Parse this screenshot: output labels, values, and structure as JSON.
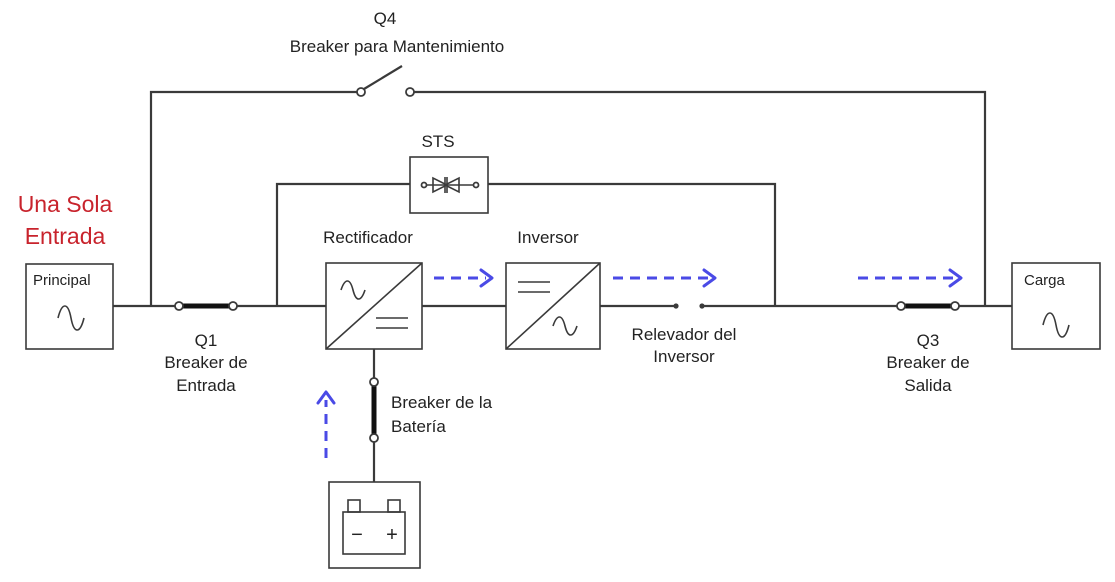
{
  "labels": {
    "q4_id": "Q4",
    "q4_name": "Breaker para Mantenimiento",
    "sts": "STS",
    "input_mode_line1": "Una Sola",
    "input_mode_line2": "Entrada",
    "rectifier": "Rectificador",
    "inverter": "Inversor",
    "source": "Principal",
    "load": "Carga",
    "q1_id": "Q1",
    "q1_line1": "Breaker de",
    "q1_line2": "Entrada",
    "relay_line1": "Relevador del",
    "relay_line2": "Inversor",
    "q3_id": "Q3",
    "q3_line1": "Breaker de",
    "q3_line2": "Salida",
    "battery_breaker_line1": "Breaker de la",
    "battery_breaker_line2": "Batería"
  },
  "battery": {
    "minus": "−",
    "plus": "+"
  },
  "colors": {
    "flow_arrows": "#4a4ae6",
    "highlight_text": "#c8232c",
    "wiring": "#3a3a3a"
  },
  "icons": [
    "sine-wave-icon",
    "rectifier-icon",
    "inverter-icon",
    "thyristor-icon",
    "battery-icon",
    "flow-arrow-icon"
  ]
}
